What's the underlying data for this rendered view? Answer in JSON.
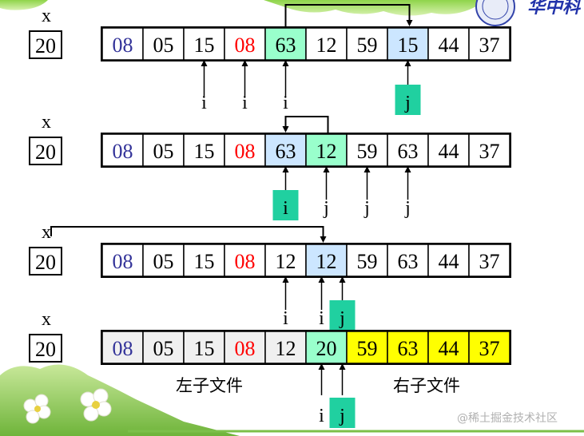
{
  "colors": {
    "cell_bg": "#ffffff",
    "cell_grey": "#f0f0f0",
    "blue_text": "#333399",
    "red_text": "#ff0000",
    "black_text": "#000000",
    "green_fill": "#99ffcc",
    "lightblue_fill": "#cce6ff",
    "yellow_fill": "#ffff00",
    "teal_label": "#20d0a0"
  },
  "pivot": {
    "label": "x",
    "value": "20"
  },
  "rows": [
    {
      "cells": [
        {
          "v": "08",
          "c": "blue_text",
          "f": "cell_bg"
        },
        {
          "v": "05",
          "c": "black_text",
          "f": "cell_bg"
        },
        {
          "v": "15",
          "c": "black_text",
          "f": "cell_bg"
        },
        {
          "v": "08",
          "c": "red_text",
          "f": "cell_bg"
        },
        {
          "v": "63",
          "c": "black_text",
          "f": "green_fill"
        },
        {
          "v": "12",
          "c": "black_text",
          "f": "cell_bg"
        },
        {
          "v": "59",
          "c": "black_text",
          "f": "cell_bg"
        },
        {
          "v": "15",
          "c": "black_text",
          "f": "lightblue_fill"
        },
        {
          "v": "44",
          "c": "black_text",
          "f": "cell_bg"
        },
        {
          "v": "37",
          "c": "black_text",
          "f": "cell_bg"
        }
      ],
      "pointers": [
        {
          "i": 2,
          "t": "i",
          "h": false
        },
        {
          "i": 3,
          "t": "i",
          "h": false
        },
        {
          "i": 4,
          "t": "i",
          "h": false
        },
        {
          "i": 7,
          "t": "j",
          "h": true
        }
      ]
    },
    {
      "cells": [
        {
          "v": "08",
          "c": "blue_text",
          "f": "cell_bg"
        },
        {
          "v": "05",
          "c": "black_text",
          "f": "cell_bg"
        },
        {
          "v": "15",
          "c": "black_text",
          "f": "cell_bg"
        },
        {
          "v": "08",
          "c": "red_text",
          "f": "cell_bg"
        },
        {
          "v": "63",
          "c": "black_text",
          "f": "lightblue_fill"
        },
        {
          "v": "12",
          "c": "black_text",
          "f": "green_fill"
        },
        {
          "v": "59",
          "c": "black_text",
          "f": "cell_bg"
        },
        {
          "v": "63",
          "c": "black_text",
          "f": "cell_bg"
        },
        {
          "v": "44",
          "c": "black_text",
          "f": "cell_bg"
        },
        {
          "v": "37",
          "c": "black_text",
          "f": "cell_bg"
        }
      ],
      "pointers": [
        {
          "i": 4,
          "t": "i",
          "h": true
        },
        {
          "i": 5,
          "t": "j",
          "h": false
        },
        {
          "i": 6,
          "t": "j",
          "h": false
        },
        {
          "i": 7,
          "t": "j",
          "h": false
        }
      ]
    },
    {
      "cells": [
        {
          "v": "08",
          "c": "blue_text",
          "f": "cell_bg"
        },
        {
          "v": "05",
          "c": "black_text",
          "f": "cell_bg"
        },
        {
          "v": "15",
          "c": "black_text",
          "f": "cell_bg"
        },
        {
          "v": "08",
          "c": "red_text",
          "f": "cell_bg"
        },
        {
          "v": "12",
          "c": "black_text",
          "f": "cell_bg"
        },
        {
          "v": "12",
          "c": "black_text",
          "f": "lightblue_fill"
        },
        {
          "v": "59",
          "c": "black_text",
          "f": "cell_bg"
        },
        {
          "v": "63",
          "c": "black_text",
          "f": "cell_bg"
        },
        {
          "v": "44",
          "c": "black_text",
          "f": "cell_bg"
        },
        {
          "v": "37",
          "c": "black_text",
          "f": "cell_bg"
        }
      ],
      "pointers": [
        {
          "i": 4,
          "t": "i",
          "h": false
        },
        {
          "i": 5,
          "t": "i",
          "h": false
        },
        {
          "i": 5,
          "t": "j",
          "h": true
        }
      ]
    },
    {
      "cells": [
        {
          "v": "08",
          "c": "blue_text",
          "f": "cell_grey"
        },
        {
          "v": "05",
          "c": "black_text",
          "f": "cell_grey"
        },
        {
          "v": "15",
          "c": "black_text",
          "f": "cell_grey"
        },
        {
          "v": "08",
          "c": "red_text",
          "f": "cell_grey"
        },
        {
          "v": "12",
          "c": "black_text",
          "f": "cell_grey"
        },
        {
          "v": "20",
          "c": "black_text",
          "f": "green_fill"
        },
        {
          "v": "59",
          "c": "black_text",
          "f": "yellow_fill"
        },
        {
          "v": "63",
          "c": "black_text",
          "f": "yellow_fill"
        },
        {
          "v": "44",
          "c": "black_text",
          "f": "yellow_fill"
        },
        {
          "v": "37",
          "c": "black_text",
          "f": "yellow_fill"
        }
      ],
      "pointers": [
        {
          "i": 5,
          "t": "i",
          "h": false
        },
        {
          "i": 5,
          "t": "j",
          "h": true
        }
      ]
    }
  ],
  "left_label": "左子文件",
  "right_label": "右子文件",
  "logo_text": "华中科",
  "watermark": "@稀土掘金技术社区"
}
